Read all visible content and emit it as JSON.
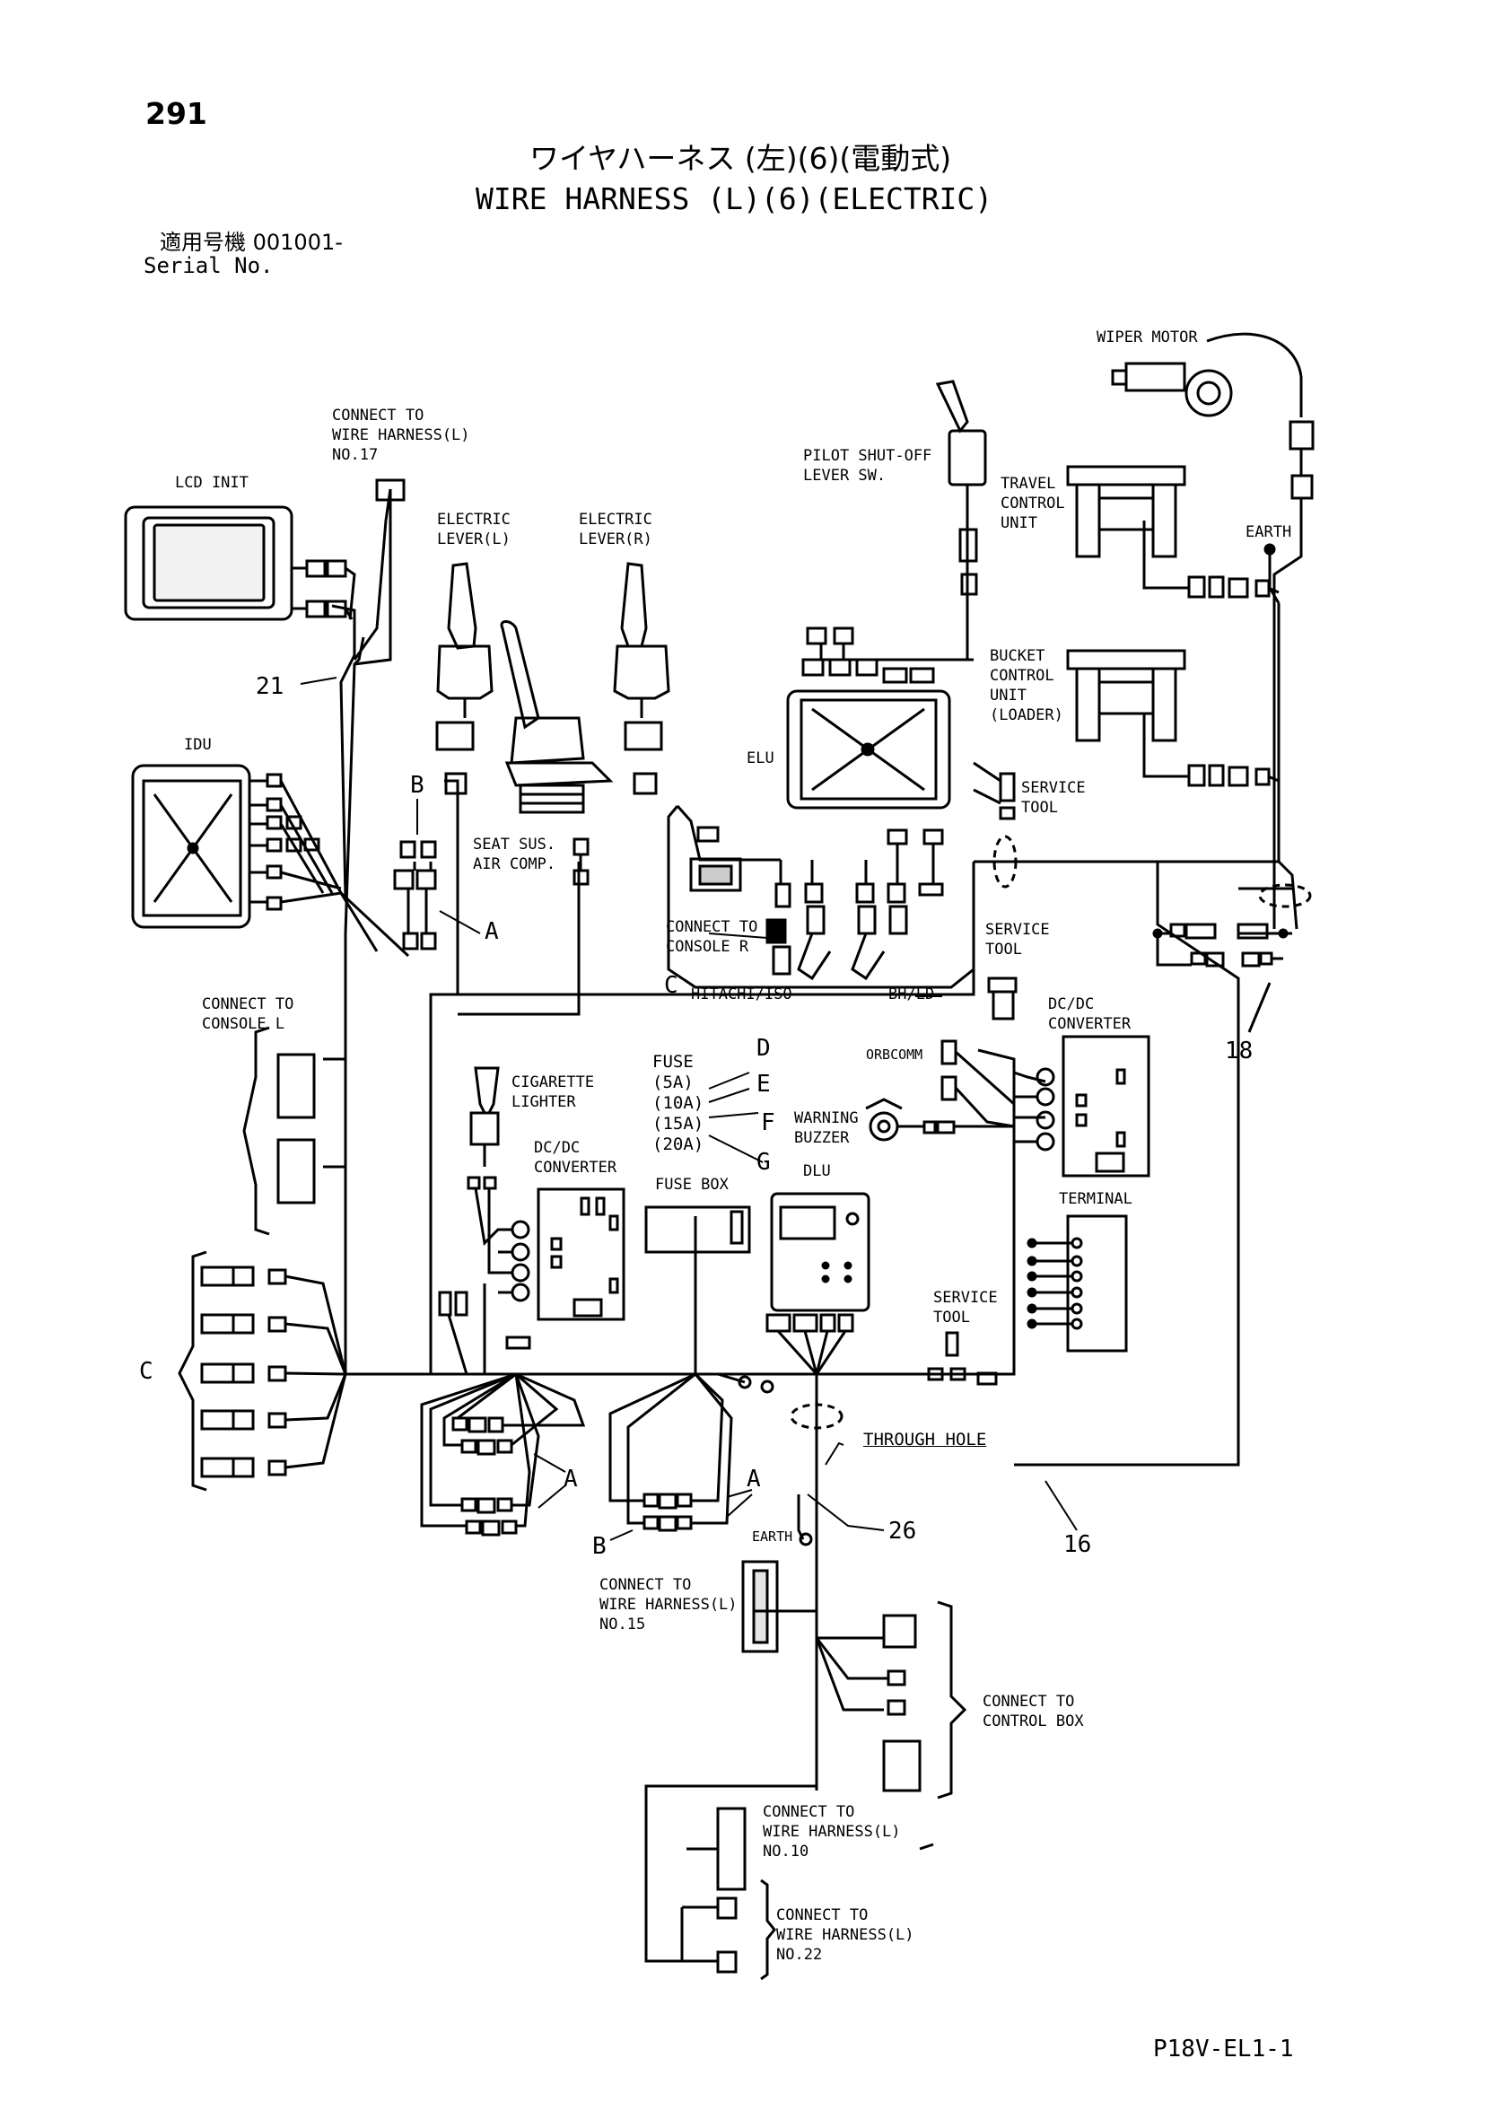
{
  "page": {
    "number": "291",
    "title_jp": "ワイヤハーネス (左)(6)(電動式)",
    "title_en": "WIRE HARNESS (L)(6)(ELECTRIC)",
    "serial_jp": "適用号機 001001-",
    "serial_en": "Serial No.",
    "drawing_code": "P18V-EL1-1"
  },
  "labels": {
    "lcd_unit": "LCD INIT",
    "connect_wh17": [
      "CONNECT TO",
      "WIRE HARNESS(L)",
      "NO.17"
    ],
    "electric_lever_l": [
      "ELECTRIC",
      "LEVER(L)"
    ],
    "electric_lever_r": [
      "ELECTRIC",
      "LEVER(R)"
    ],
    "pilot_shutoff": [
      "PILOT SHUT-OFF",
      "LEVER SW."
    ],
    "wiper_motor": "WIPER MOTOR",
    "travel_control": [
      "TRAVEL",
      "CONTROL",
      "UNIT"
    ],
    "earth_top": "EARTH",
    "bucket_control": [
      "BUCKET",
      "CONTROL",
      "UNIT",
      "(LOADER)"
    ],
    "elu": "ELU",
    "service_tool_1": [
      "SERVICE",
      "TOOL"
    ],
    "idu": "IDU",
    "seat_sus": [
      "SEAT SUS.",
      "AIR COMP."
    ],
    "connect_console_r": [
      "CONNECT TO",
      "CONSOLE R"
    ],
    "hitachi_iso": "HITACHI/ISO",
    "bh_ld": "BH/LD",
    "service_tool_2": [
      "SERVICE",
      "TOOL"
    ],
    "dcdc_right": [
      "DC/DC",
      "CONVERTER"
    ],
    "connect_console_l": [
      "CONNECT TO",
      "CONSOLE L"
    ],
    "cigarette_lighter": [
      "CIGARETTE",
      "LIGHTER"
    ],
    "fuse": [
      "FUSE",
      "(5A)",
      "(10A)",
      "(15A)",
      "(20A)"
    ],
    "orbcomm": "ORBCOMM",
    "warning_buzzer": [
      "WARNING",
      "BUZZER"
    ],
    "dcdc_left": [
      "DC/DC",
      "CONVERTER"
    ],
    "fuse_box": "FUSE BOX",
    "dlu": "DLU",
    "terminal": "TERMINAL",
    "service_tool_3": [
      "SERVICE",
      "TOOL"
    ],
    "through_hole": "THROUGH HOLE",
    "earth_bottom": "EARTH",
    "connect_wh15": [
      "CONNECT TO",
      "WIRE HARNESS(L)",
      "NO.15"
    ],
    "connect_control_box": [
      "CONNECT TO",
      "CONTROL BOX"
    ],
    "connect_wh10": [
      "CONNECT TO",
      "WIRE HARNESS(L)",
      "NO.10"
    ],
    "connect_wh22": [
      "CONNECT TO",
      "WIRE HARNESS(L)",
      "NO.22"
    ]
  },
  "callouts": {
    "n21": "21",
    "n18": "18",
    "n26": "26",
    "n16": "16",
    "B1": "B",
    "A1": "A",
    "C1": "C",
    "D": "D",
    "E": "E",
    "F": "F",
    "G": "G",
    "C2": "C",
    "A2": "A",
    "A3": "A",
    "B2": "B"
  }
}
